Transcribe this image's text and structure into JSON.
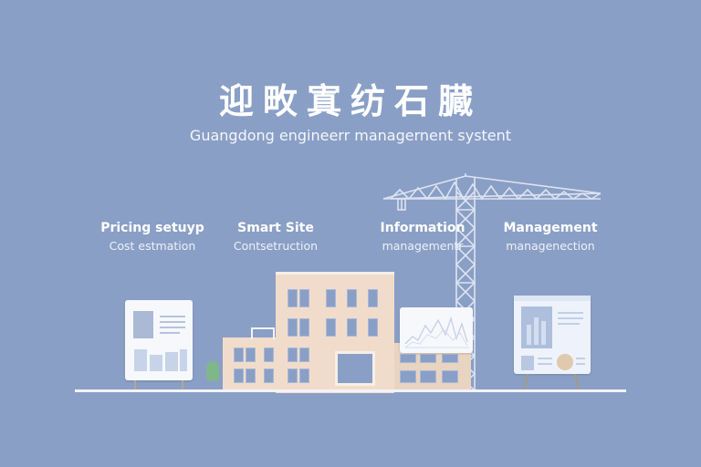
{
  "header": {
    "title_cn": "迎畋寘纺石臓",
    "subtitle_en": "Guangdong engineerr managernent systent"
  },
  "features": [
    {
      "title": "Pricing setuyp",
      "subtitle": "Cost estmation"
    },
    {
      "title": "Smart Site",
      "subtitle": "Contsetruction"
    },
    {
      "title": "Information",
      "subtitle": "managementr"
    },
    {
      "title": "Management",
      "subtitle": "managenection"
    }
  ],
  "colors": {
    "background": "#8A9FC6",
    "building": "#F1DCCB",
    "window": "#8A9FC6",
    "card": "#F6F8FC",
    "crane": "#E6EBF5",
    "tree": "#7FB68A"
  },
  "illustration": {
    "left_board": "dashboard-board",
    "center": "office-building",
    "crane": "tower-crane",
    "chart_panel": "line-chart-panel",
    "right_board": "report-board"
  }
}
